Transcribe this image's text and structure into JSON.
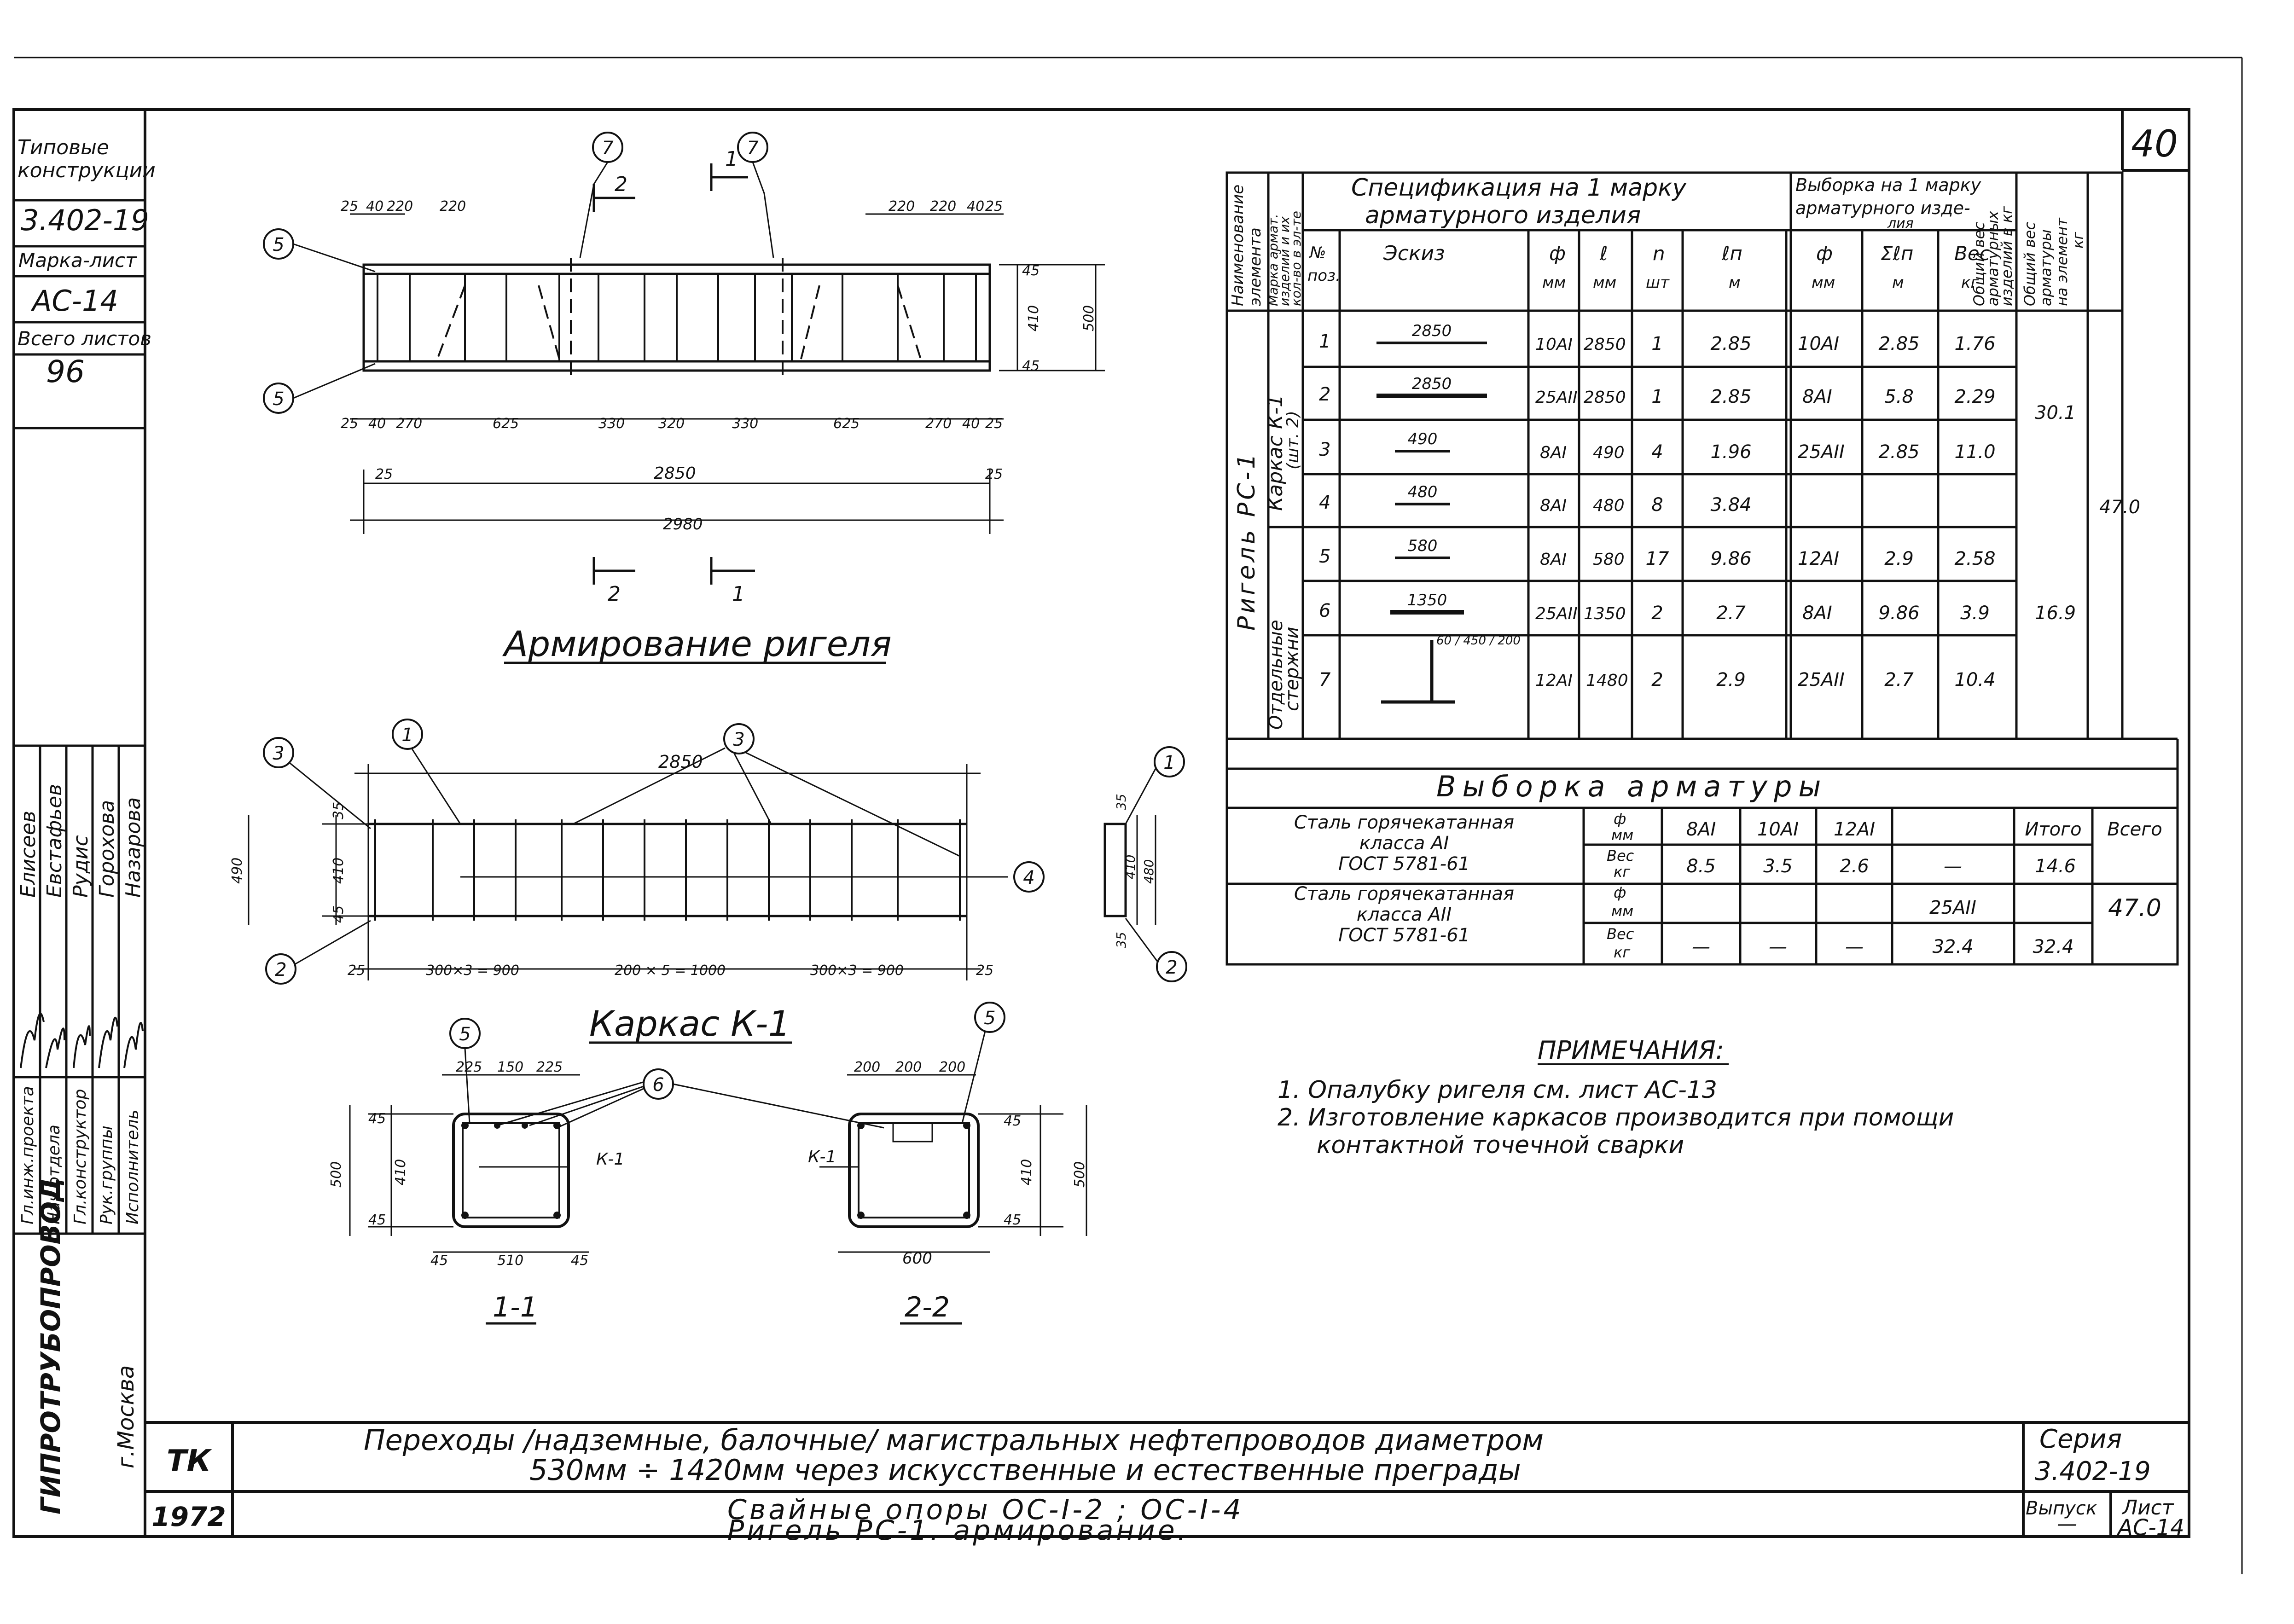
{
  "page_number": "40",
  "stamp": {
    "typical_lines": [
      "Типовые",
      "конструкции"
    ],
    "series": "3.402-19",
    "mark_label": "Марка-лист",
    "mark": "АС-14",
    "total_label": "Всего листов",
    "total": "96",
    "roles": [
      "Гл.инж.проекта",
      "Нач.отдела",
      "Гл.конструктор",
      "Рук.группы",
      "Исполнитель"
    ],
    "names": [
      "Елисеев",
      "Евстафьев",
      "Рудис",
      "Горохова",
      "Назарова"
    ],
    "org": "ГИПРОТРУБОПРОВОД",
    "city": "г.Москва"
  },
  "title_block": {
    "tk": "ТК",
    "year": "1972",
    "line1": "Переходы  /надземные,  балочные/  магистральных  нефтепроводов  диаметром",
    "line2": "530мм ÷ 1420мм  через  искусственные  и  естественные  преграды",
    "line3": "Свайные  опоры  ОС-I-2 ;  ОС-I-4",
    "line4": "Ригель  РС-1.  армирование.",
    "series_label": "Серия",
    "series": "3.402-19",
    "issue_label": "Выпуск",
    "issue": "—",
    "sheet_label": "Лист",
    "sheet": "АС-14"
  },
  "drawing1": {
    "title": "Армирование ригеля",
    "top_dims": [
      "25",
      "40",
      "220",
      "220",
      "220",
      "220",
      "40",
      "25"
    ],
    "bottom_dims": [
      "25",
      "40",
      "270",
      "625",
      "330",
      "320",
      "330",
      "625",
      "270",
      "40",
      "25"
    ],
    "right_dims": [
      "45",
      "410",
      "45",
      "500"
    ],
    "len_inner": "2850",
    "len_outer": "2980",
    "edge_left": "25",
    "edge_right": "25",
    "callouts": [
      "5",
      "5",
      "7",
      "7"
    ],
    "section_marks": [
      "2",
      "1",
      "2",
      "1"
    ]
  },
  "drawing2": {
    "title": "Каркас К-1",
    "top_dim": "2850",
    "left_dims": [
      "35",
      "410",
      "45",
      "490"
    ],
    "bottom_dims": [
      "25",
      "300×3 = 900",
      "200 × 5 = 1000",
      "300×3 = 900",
      "25"
    ],
    "callouts": [
      "3",
      "1",
      "3",
      "4",
      "2",
      "1",
      "2"
    ],
    "side_dims": [
      "35",
      "410",
      "480",
      "35"
    ]
  },
  "section1": {
    "title": "1-1",
    "top_dims": [
      "225",
      "150",
      "225"
    ],
    "left_dims": [
      "45",
      "410",
      "45",
      "500"
    ],
    "bottom_dims": [
      "45",
      "510",
      "45"
    ],
    "label": "К-1",
    "callouts": [
      "5",
      "6"
    ]
  },
  "section2": {
    "title": "2-2",
    "top_dims": [
      "200",
      "200",
      "200"
    ],
    "right_dims": [
      "45",
      "410",
      "45",
      "500"
    ],
    "bottom_dim": "600",
    "label": "К-1",
    "callouts": [
      "5"
    ]
  },
  "spec": {
    "col_name": [
      "Наименование",
      "элемента"
    ],
    "col_mark": [
      "Марка армат.",
      "изделий и их",
      "кол-во в эл-те"
    ],
    "header_spec": [
      "Спецификация  на   1 марку",
      "арматурного   изделия"
    ],
    "header_sel": [
      "Выборка на 1 марку",
      "арматурного изде-",
      "лия"
    ],
    "col_total1": [
      "Общий вес",
      "арматурных",
      "изделий в кг"
    ],
    "col_total2": [
      "Общий вес",
      "арматуры",
      "на элемент",
      "кг"
    ],
    "sub_headers": [
      "№",
      "поз.",
      "Эскиз",
      "ф",
      "мм",
      "ℓ",
      "мм",
      "n",
      "шт",
      "ℓп",
      "м",
      "ф",
      "мм",
      "Σℓп",
      "м",
      "Вес",
      "кг"
    ],
    "element": "Ригель   РС-1",
    "group1": [
      "Каркас  К-1",
      "(шт. 2)"
    ],
    "group2": [
      "Отдельные",
      "стержни"
    ],
    "rows": [
      {
        "pos": "1",
        "sketch": "2850",
        "d": "10АI",
        "l": "2850",
        "n": "1",
        "lp": "2.85",
        "sd": "10АI",
        "slp": "2.85",
        "w": "1.76"
      },
      {
        "pos": "2",
        "sketch": "2850",
        "d": "25АII",
        "l": "2850",
        "n": "1",
        "lp": "2.85",
        "sd": "8АI",
        "slp": "5.8",
        "w": "2.29"
      },
      {
        "pos": "3",
        "sketch": "490",
        "d": "8АI",
        "l": "490",
        "n": "4",
        "lp": "1.96",
        "sd": "25АII",
        "slp": "2.85",
        "w": "11.0"
      },
      {
        "pos": "4",
        "sketch": "480",
        "d": "8АI",
        "l": "480",
        "n": "8",
        "lp": "3.84",
        "sd": "",
        "slp": "",
        "w": ""
      },
      {
        "pos": "5",
        "sketch": "580",
        "d": "8АI",
        "l": "580",
        "n": "17",
        "lp": "9.86",
        "sd": "12АI",
        "slp": "2.9",
        "w": "2.58"
      },
      {
        "pos": "6",
        "sketch": "1350",
        "d": "25АII",
        "l": "1350",
        "n": "2",
        "lp": "2.7",
        "sd": "8АI",
        "slp": "9.86",
        "w": "3.9"
      },
      {
        "pos": "7",
        "sketch": "60 / 450 / 200",
        "d": "12АI",
        "l": "1480",
        "n": "2",
        "lp": "2.9",
        "sd": "25АII",
        "slp": "2.7",
        "w": "10.4"
      }
    ],
    "total_k1": "30.1",
    "total_sep": "16.9",
    "total_element": "47.0"
  },
  "selection": {
    "title": "Выборка   арматуры",
    "steel1": [
      "Сталь горячекатанная",
      "класса АI",
      "ГОСТ 5781-61"
    ],
    "steel2": [
      "Сталь горячекатанная",
      "класса АII",
      "ГОСТ 5781-61"
    ],
    "phi_label": [
      "ф",
      "мм"
    ],
    "weight_label": [
      "Вес",
      "кг"
    ],
    "cols1": [
      "8АI",
      "10АI",
      "12АI",
      "",
      "Итого",
      "Всего"
    ],
    "weights1": [
      "8.5",
      "3.5",
      "2.6",
      "—",
      "14.6"
    ],
    "cols2": [
      "",
      "",
      "",
      "25АII"
    ],
    "weights2": [
      "—",
      "—",
      "—",
      "32.4",
      "32.4"
    ],
    "grand_total": "47.0"
  },
  "notes": {
    "title": "ПРИМЕЧАНИЯ:",
    "items": [
      "1.  Опалубку  ригеля  см.  лист  АС-13",
      "2.  Изготовление  каркасов  производится  при  помощи",
      "контактной  точечной  сварки"
    ]
  }
}
